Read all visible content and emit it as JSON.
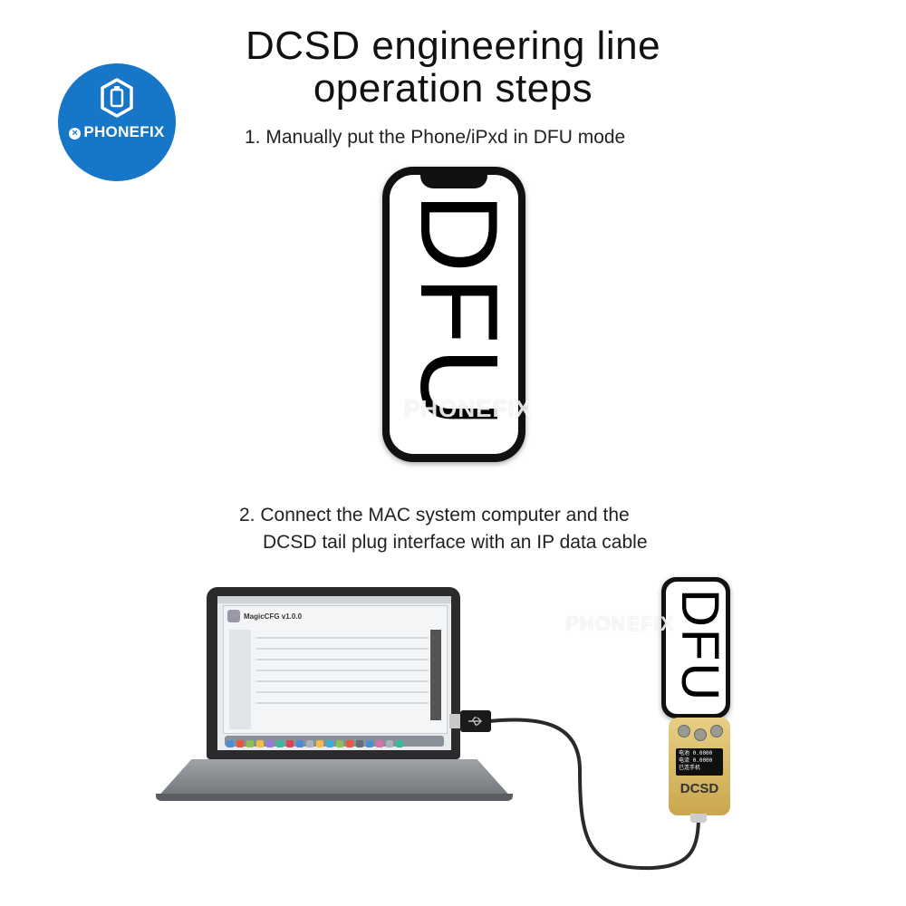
{
  "title": {
    "line1": "DCSD engineering line",
    "line2": "operation steps"
  },
  "logo": {
    "brand": "PHONEFIX",
    "icon": "phone-repair-icon",
    "color": "#1677c8"
  },
  "steps": [
    {
      "text": "1. Manually put the Phone/iPxd in DFU mode"
    },
    {
      "line1": "2. Connect the MAC system computer and the",
      "line2": "DCSD tail plug interface with an IP data cable"
    }
  ],
  "phone_screen_text": "DFU",
  "watermark": "PHONEFIX",
  "laptop": {
    "app_title": "MagicCFG v1.0.0"
  },
  "device": {
    "label": "DCSD",
    "display_lines": [
      "电池 0.0000",
      "电流 0.0000",
      "已连手机"
    ],
    "color": "#d9bb67"
  }
}
